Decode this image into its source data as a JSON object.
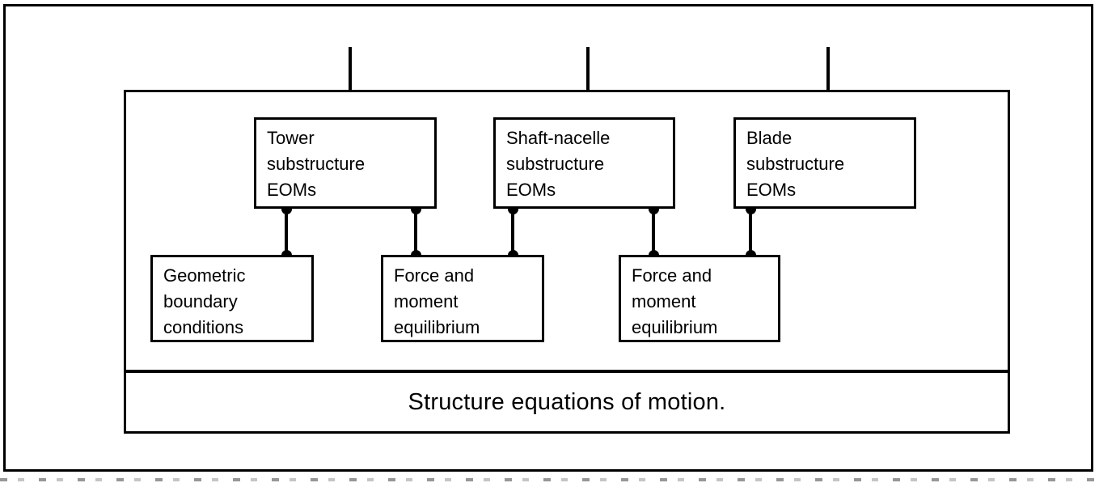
{
  "figure": {
    "caption": "Structure equations of motion.",
    "ink_color": "#000000",
    "background_color": "#ffffff"
  },
  "substructures": [
    {
      "id": "tower",
      "line1": "Tower",
      "line2": "substructure",
      "line3": "EOMs"
    },
    {
      "id": "shaft-nacelle",
      "line1": "Shaft-nacelle",
      "line2": "substructure",
      "line3": "EOMs"
    },
    {
      "id": "blade",
      "line1": "Blade",
      "line2": "substructure",
      "line3": "EOMs"
    }
  ],
  "conditions": [
    {
      "id": "geometric-boundary-conditions",
      "line1": "Geometric",
      "line2": "boundary",
      "line3": "conditions"
    },
    {
      "id": "force-moment-equilibrium-1",
      "line1": "Force and",
      "line2": "moment",
      "line3": "equilibrium"
    },
    {
      "id": "force-moment-equilibrium-2",
      "line1": "Force and",
      "line2": "moment",
      "line3": "equilibrium"
    }
  ]
}
